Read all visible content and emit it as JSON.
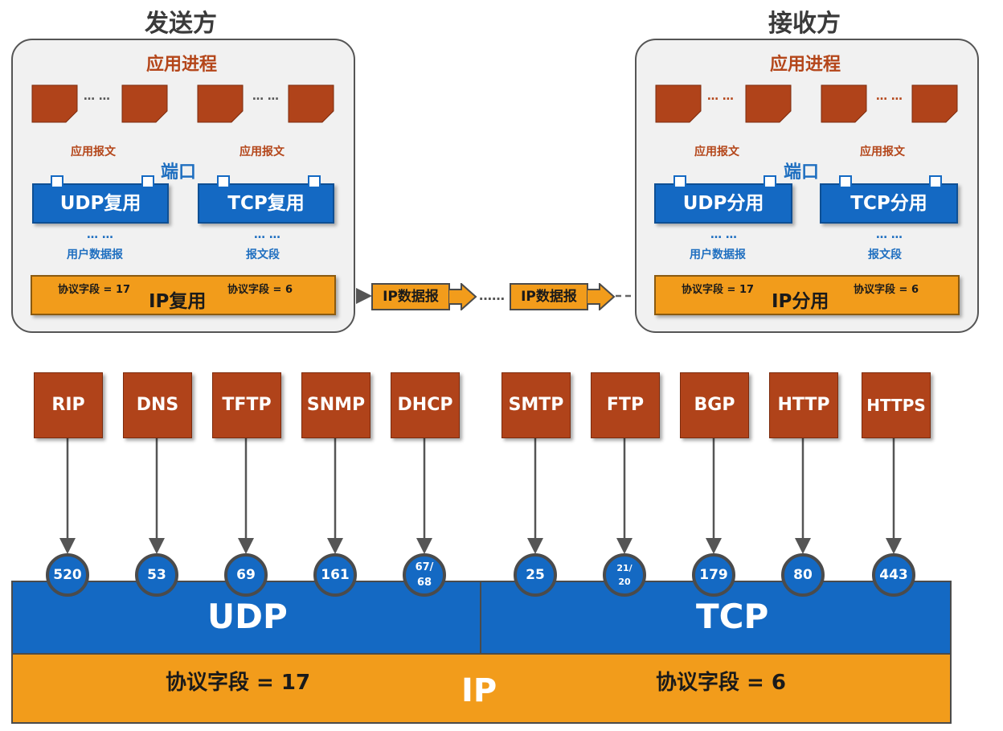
{
  "sender": {
    "title": "发送方",
    "app_process": "应用进程",
    "app_message_left": "应用报文",
    "app_message_right": "应用报文",
    "port_label": "端口",
    "udp_box": "UDP复用",
    "tcp_box": "TCP复用",
    "udp_dots": "… …",
    "tcp_dots": "… …",
    "udp_unit": "用户数据报",
    "tcp_unit": "报文段",
    "ip_box": "IP复用",
    "ip_field_udp": "协议字段 = 17",
    "ip_field_tcp": "协议字段 = 6",
    "proc_dots_left": "… …",
    "proc_dots_right": "… …"
  },
  "receiver": {
    "title": "接收方",
    "app_process": "应用进程",
    "app_message_left": "应用报文",
    "app_message_right": "应用报文",
    "port_label": "端口",
    "udp_box": "UDP分用",
    "tcp_box": "TCP分用",
    "udp_dots": "… …",
    "tcp_dots": "… …",
    "udp_unit": "用户数据报",
    "tcp_unit": "报文段",
    "ip_box": "IP分用",
    "ip_field_udp": "协议字段 = 17",
    "ip_field_tcp": "协议字段 = 6",
    "proc_dots_left": "… …",
    "proc_dots_right": "… …"
  },
  "transit": {
    "datagram_1": "IP数据报",
    "datagram_2": "IP数据报",
    "dots": "……"
  },
  "udp_protocols": [
    {
      "name": "RIP",
      "port": "520"
    },
    {
      "name": "DNS",
      "port": "53"
    },
    {
      "name": "TFTP",
      "port": "69"
    },
    {
      "name": "SNMP",
      "port": "161"
    },
    {
      "name": "DHCP",
      "port_top": "67/",
      "port_bottom": "68"
    }
  ],
  "tcp_protocols": [
    {
      "name": "SMTP",
      "port": "25"
    },
    {
      "name": "FTP",
      "port_top": "21/",
      "port_bottom": "20"
    },
    {
      "name": "BGP",
      "port": "179"
    },
    {
      "name": "HTTP",
      "port": "80"
    },
    {
      "name": "HTTPS",
      "port": "443"
    }
  ],
  "bottom": {
    "udp_label": "UDP",
    "tcp_label": "TCP",
    "ip_label": "IP",
    "ip_field_udp": "协议字段 = 17",
    "ip_field_tcp": "协议字段 = 6"
  },
  "colors": {
    "orange_fill": "#f29c1b",
    "blue_fill": "#1469c3",
    "process_fill": "#b0431a"
  }
}
